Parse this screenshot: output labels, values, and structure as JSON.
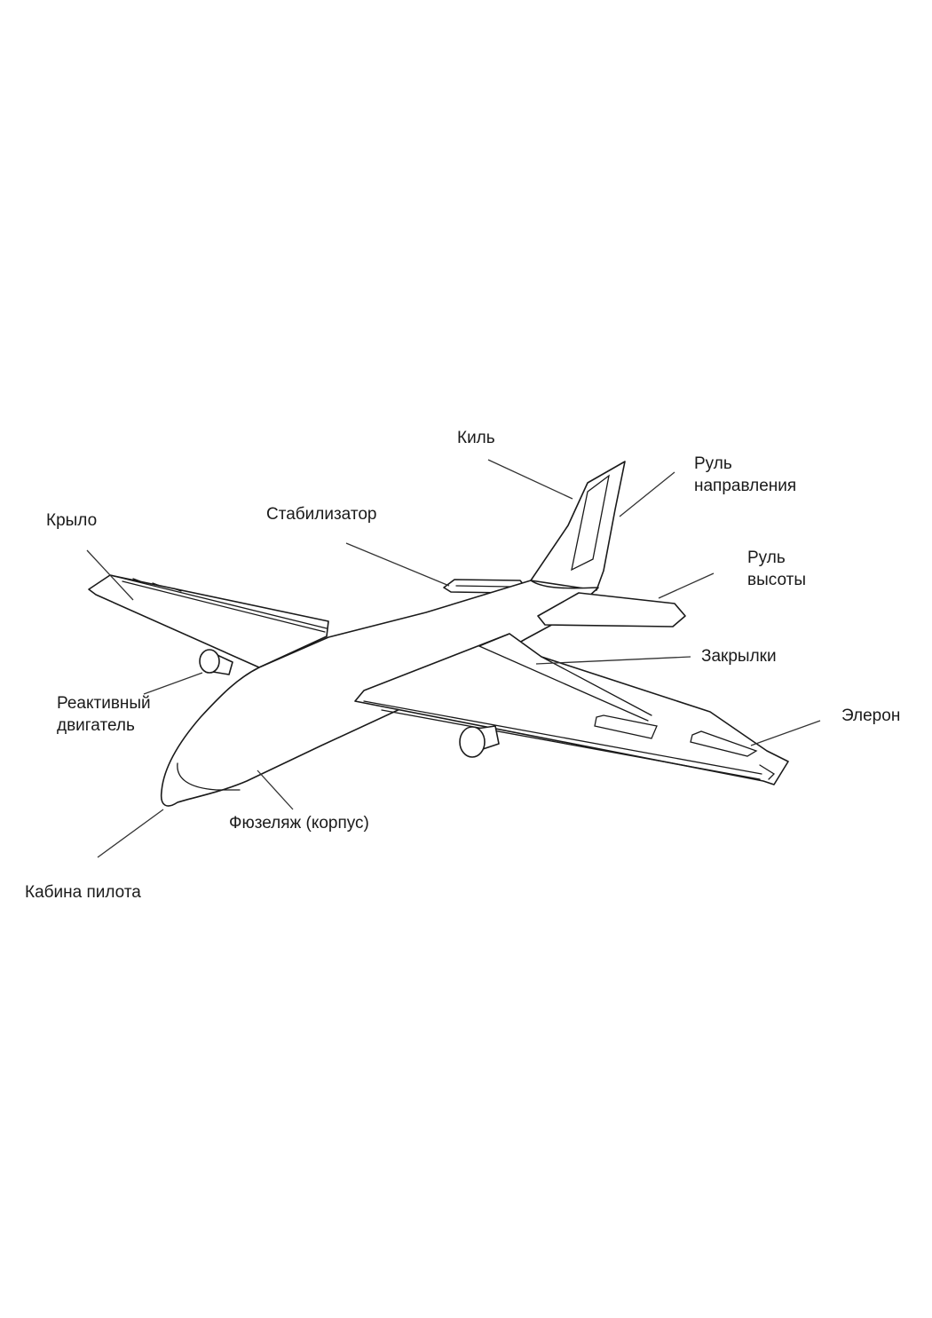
{
  "diagram": {
    "colors": {
      "line": "#1a1a1a",
      "background": "#ffffff"
    },
    "labels": {
      "keel": "Киль",
      "rudder_line1": "Руль",
      "rudder_line2": "направления",
      "stabilizer": "Стабилизатор",
      "wing": "Крыло",
      "elevator_line1": "Руль",
      "elevator_line2": "высоты",
      "flaps": "Закрылки",
      "engine_line1": "Реактивный",
      "engine_line2": "двигатель",
      "aileron": "Элерон",
      "fuselage": "Фюзеляж (корпус)",
      "cockpit": "Кабина пилота"
    }
  }
}
